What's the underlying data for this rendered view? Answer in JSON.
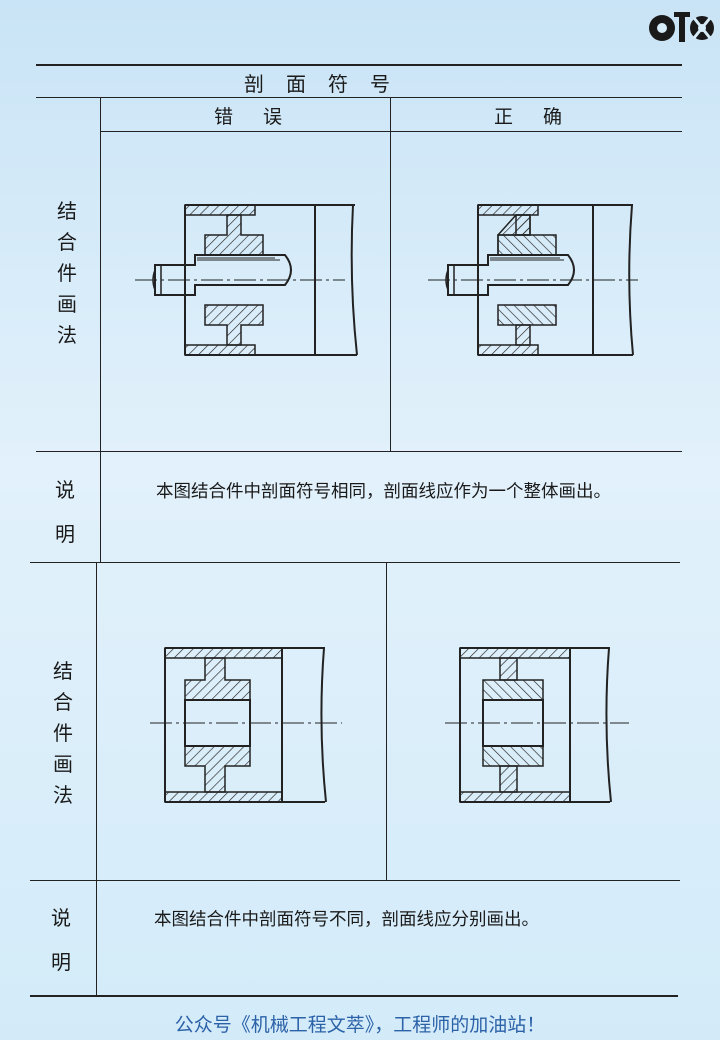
{
  "logo": {
    "icon": "gear-logo-icon",
    "color": "#1a1a1a"
  },
  "table": {
    "title": "剖面符号",
    "col_wrong": "错误",
    "col_right": "正确",
    "row1_label": "结合件画法",
    "row1_note_label": "说明",
    "row1_note": "本图结合件中剖面符号相同，剖面线应作为一个整体画出。",
    "row2_label": "结合件画法",
    "row2_note_label": "说明",
    "row2_note": "本图结合件中剖面符号不同，剖面线应分别画出。"
  },
  "footer": {
    "text": "公众号《机械工程文萃》，工程师的加油站！",
    "color": "#2c62a8"
  }
}
